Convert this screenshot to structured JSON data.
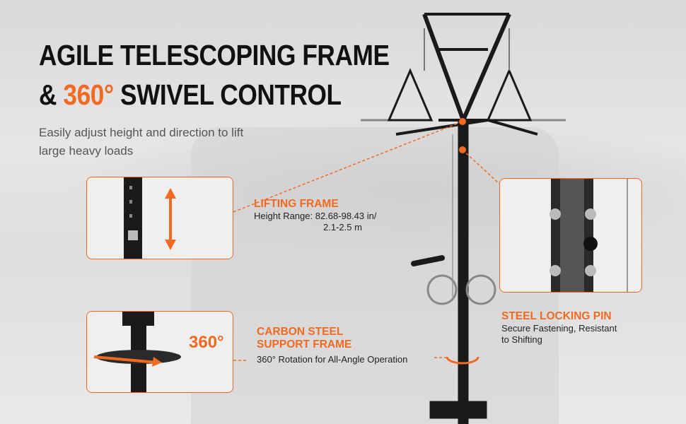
{
  "title": {
    "line1": "AGILE TELESCOPING FRAME",
    "line2_prefix": "& ",
    "line2_accent": "360°",
    "line2_suffix": " SWIVEL CONTROL"
  },
  "subtitle": "Easily adjust height and direction to lift large heavy loads",
  "features": [
    {
      "heading": "LIFTING FRAME",
      "text1": "Height Range: 82.68-98.43 in/",
      "text2": "2.1-2.5 m"
    },
    {
      "heading1": "CARBON STEEL",
      "heading2": "SUPPORT FRAME",
      "text": "360° Rotation for All-Angle Operation"
    },
    {
      "heading": "STEEL LOCKING PIN",
      "text1": "Secure Fastening, Resistant",
      "text2": "to Shifting"
    }
  ],
  "inset_label": "360°",
  "colors": {
    "accent": "#f26a21"
  }
}
